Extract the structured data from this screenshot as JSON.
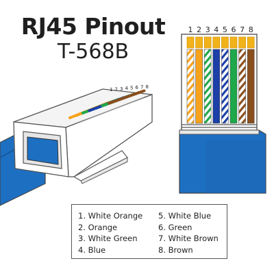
{
  "title": "RJ45 Pinout",
  "subtitle": "T-568B",
  "pin_numbers": [
    "1",
    "2",
    "3",
    "4",
    "5",
    "6",
    "7",
    "8"
  ],
  "pins": [
    {
      "number": "1",
      "label": "White Orange",
      "color": "#f7a21b",
      "striped": true
    },
    {
      "number": "2",
      "label": "Orange",
      "color": "#f7a21b",
      "striped": false
    },
    {
      "number": "3",
      "label": "White Green",
      "color": "#1fa84a",
      "striped": true
    },
    {
      "number": "4",
      "label": "Blue",
      "color": "#1c3fa8",
      "striped": false
    },
    {
      "number": "5",
      "label": "White Blue",
      "color": "#1c3fa8",
      "striped": true
    },
    {
      "number": "6",
      "label": "Green",
      "color": "#1fa84a",
      "striped": false
    },
    {
      "number": "7",
      "label": "White Brown",
      "color": "#8a4e1d",
      "striped": true
    },
    {
      "number": "8",
      "label": "Brown",
      "color": "#8a4e1d",
      "striped": false
    }
  ],
  "legend": {
    "col1": [
      "1. White Orange",
      "2. Orange",
      "3. White Green",
      "4. Blue"
    ],
    "col2": [
      "5. White Blue",
      "6. Green",
      "7. White Brown",
      "8. Brown"
    ]
  },
  "colors": {
    "cable_blue": "#1d6fc2",
    "contact_gold": "#f2b21a",
    "outline": "#444444"
  }
}
